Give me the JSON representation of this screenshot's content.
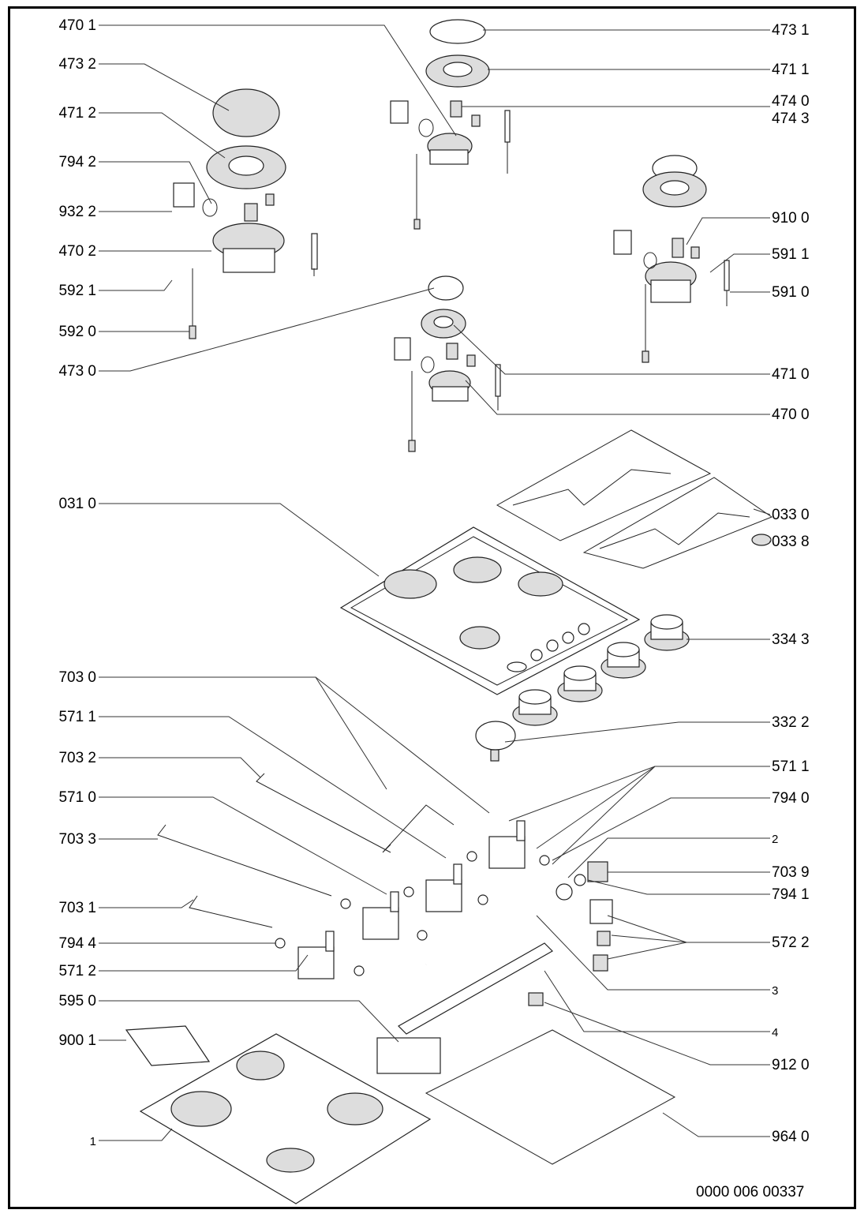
{
  "diagram": {
    "left_labels": [
      "470 1",
      "473 2",
      "471 2",
      "794 2",
      "932 2",
      "470 2",
      "592 1",
      "592 0",
      "473 0",
      "031 0",
      "703 0",
      "571 1",
      "703 2",
      "571 0",
      "703 3",
      "703 1",
      "794 4",
      "571 2",
      "595 0",
      "900 1",
      "1"
    ],
    "right_labels": [
      "473 1",
      "471 1",
      "474 0",
      "474 3",
      "910 0",
      "591 1",
      "591 0",
      "471 0",
      "470 0",
      "033 0",
      "033 8",
      "334 3",
      "332 2",
      "571 1",
      "794 0",
      "2",
      "703 9",
      "794 1",
      "572 2",
      "3",
      "4",
      "912 0",
      "964 0"
    ],
    "document_number": "0000 006 00337"
  }
}
